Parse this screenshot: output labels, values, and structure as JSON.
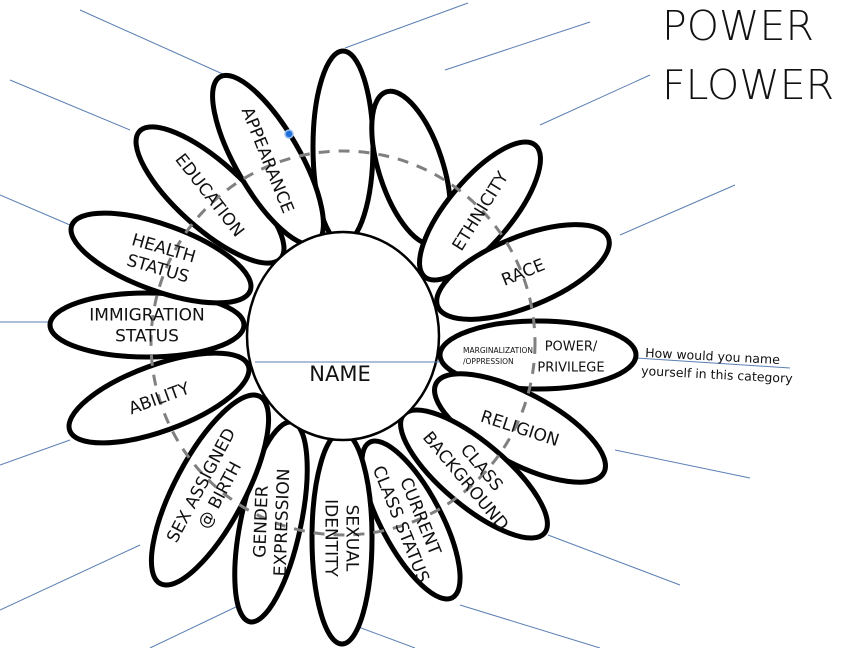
{
  "title": {
    "line1": "POWER",
    "line2": "FLOWER"
  },
  "center": {
    "label": "NAME"
  },
  "petals": [
    {
      "id": "blank-top",
      "lines": []
    },
    {
      "id": "blank-2",
      "lines": []
    },
    {
      "id": "ethnicity",
      "lines": [
        "ETHNICITY"
      ]
    },
    {
      "id": "race",
      "lines": [
        "RACE"
      ]
    },
    {
      "id": "power-privilege",
      "lines": [
        "POWER/",
        "PRIVILEGE"
      ],
      "sub": [
        "MARGINALIZATION",
        "/OPPRESSION"
      ]
    },
    {
      "id": "religion",
      "lines": [
        "RELIGION"
      ]
    },
    {
      "id": "class-background",
      "lines": [
        "CLASS",
        "BACKGROUND"
      ]
    },
    {
      "id": "current-class-status",
      "lines": [
        "CURRENT",
        "CLASS STATUS"
      ]
    },
    {
      "id": "sexual-identity",
      "lines": [
        "SEXUAL",
        "IDENTITY"
      ]
    },
    {
      "id": "gender-expression",
      "lines": [
        "GENDER",
        "EXPRESSION"
      ]
    },
    {
      "id": "sex-assigned-at-birth",
      "lines": [
        "SEX ASSIGNED",
        "@ BIRTH"
      ]
    },
    {
      "id": "ability",
      "lines": [
        "ABILITY"
      ]
    },
    {
      "id": "immigration-status",
      "lines": [
        "IMMIGRATION",
        "STATUS"
      ]
    },
    {
      "id": "health-status",
      "lines": [
        "HEALTH",
        "STATUS"
      ]
    },
    {
      "id": "education",
      "lines": [
        "EDUCATION"
      ]
    },
    {
      "id": "appearance",
      "lines": [
        "APPEARANCE"
      ]
    }
  ],
  "annotation": {
    "line1": "How would you name",
    "line2": "yourself in this category"
  },
  "colors": {
    "ray": "#5b7fb4",
    "dash": "#808080",
    "handle": "#1e6fd9"
  }
}
